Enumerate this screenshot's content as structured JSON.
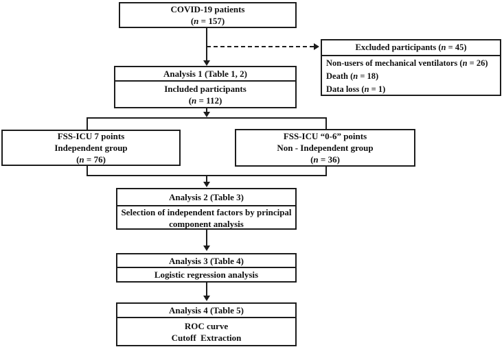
{
  "colors": {
    "background": "#ffffff",
    "box_border": "#1c1c1c",
    "connector_line": "#1c1c1c",
    "text": "#101010"
  },
  "diagram": {
    "covid_box": {
      "title": "COVID-19 patients",
      "count": {
        "pre": "(",
        "it": "n",
        "post": " = 157)"
      }
    },
    "excluded_box": {
      "header": {
        "pre": "Excluded participants (",
        "it": "n",
        "post": " = 45)"
      },
      "items": [
        {
          "pre": "Non-users of mechanical ventilators (",
          "it": "n",
          "post": " = 26)"
        },
        {
          "pre": "Death (",
          "it": "n",
          "post": " = 18)"
        },
        {
          "pre": "Data loss (",
          "it": "n",
          "post": " = 1)"
        }
      ]
    },
    "analysis1_box": {
      "header": "Analysis 1 (Table 1, 2)",
      "body_line1": "Included participants",
      "count": {
        "pre": "(",
        "it": "n",
        "post": " = 112)"
      }
    },
    "branch_left_box": {
      "line1": "FSS-ICU 7 points",
      "line2": "Independent group",
      "count": {
        "pre": "(",
        "it": "n",
        "post": " = 76)"
      }
    },
    "branch_right_box": {
      "line1": "FSS-ICU “0-6” points",
      "line2": "Non - Independent group",
      "count": {
        "pre": "(",
        "it": "n",
        "post": " = 36)"
      }
    },
    "analysis2_box": {
      "header": "Analysis 2 (Table 3)",
      "body_line1": "Selection of independent factors by principal",
      "body_line2": "component analysis"
    },
    "analysis3_box": {
      "header": "Analysis 3 (Table 4)",
      "body_line1": "Logistic regression analysis"
    },
    "analysis4_box": {
      "header": "Analysis 4 (Table 5)",
      "body_line1": "ROC curve",
      "body_line2": "Cutoff  Extraction"
    }
  }
}
